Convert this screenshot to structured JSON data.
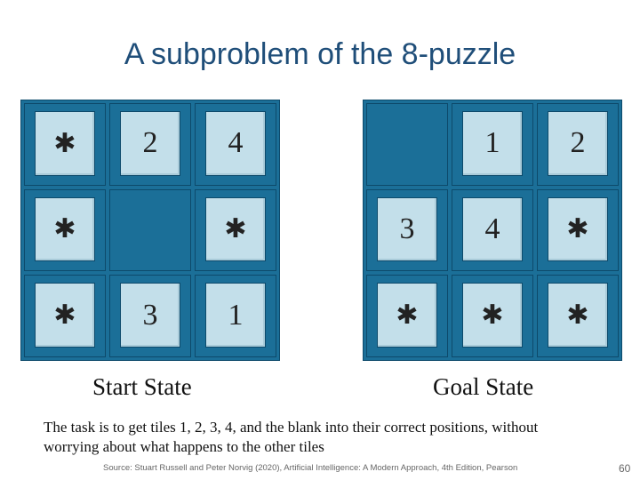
{
  "title": "A subproblem of the 8-puzzle",
  "start_state": {
    "label": "Start State",
    "cells": [
      "✱",
      "2",
      "4",
      "✱",
      "",
      "✱",
      "✱",
      "3",
      "1"
    ]
  },
  "goal_state": {
    "label": "Goal State",
    "cells": [
      "",
      "1",
      "2",
      "3",
      "4",
      "✱",
      "✱",
      "✱",
      "✱"
    ]
  },
  "description": "The task is to get tiles 1, 2, 3, 4, and the blank into their correct positions, without worrying about what happens to the other tiles",
  "source": "Source: Stuart Russell and Peter Norvig (2020), Artificial Intelligence: A Modern Approach, 4th Edition, Pearson",
  "page_number": "60",
  "colors": {
    "board": "#1b6f98",
    "tile": "#c3dfea",
    "title": "#1f4e79"
  }
}
